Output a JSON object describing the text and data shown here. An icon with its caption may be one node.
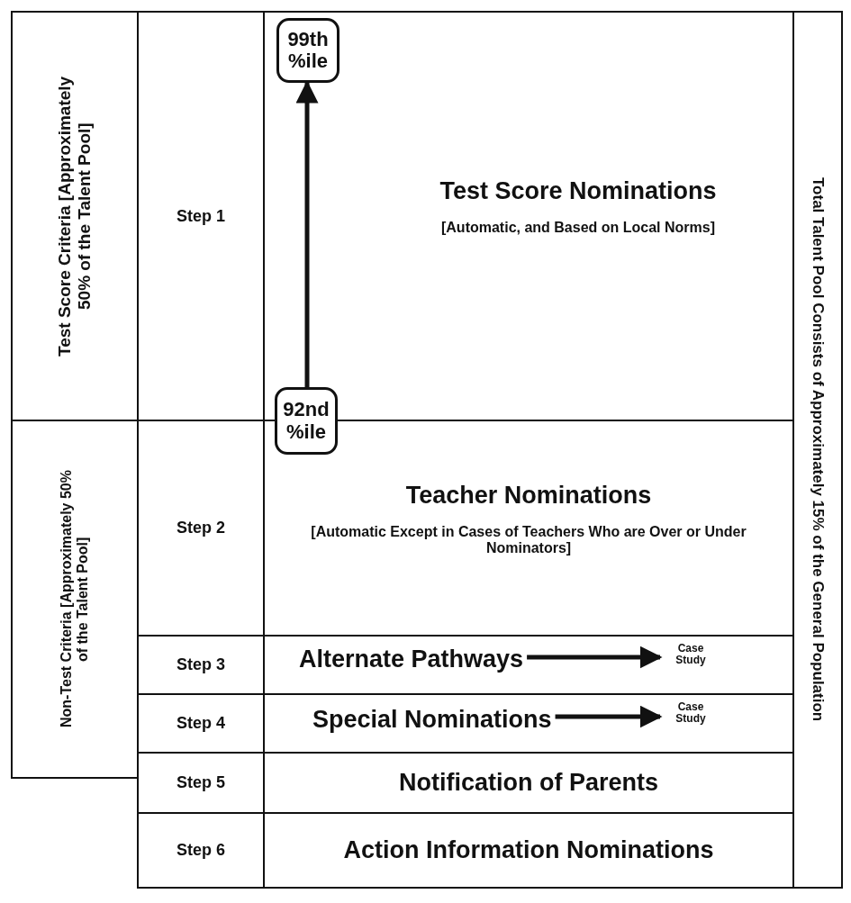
{
  "diagram": {
    "nodes": [
      {
        "text": [
          "Test Score Criteria [Approximately 50% of the Talent Pool]"
        ]
      },
      {
        "text": [
          "Non-Test Criteria [Approximately 50% of the Talent Pool]"
        ]
      },
      {
        "text": [
          "Step 1"
        ]
      },
      {
        "text": [
          "Test Score Nominations",
          "[Automatic, and Based on Local Norms]"
        ]
      },
      {
        "text": [
          "99th %ile"
        ],
        "in": 3
      },
      {
        "text": [
          "92nd %ile"
        ]
      },
      {
        "text": [
          "Step 2"
        ]
      },
      {
        "text": [
          "Teacher Nominations",
          "[Automatic Except in Cases of Teachers Who are Over or Under Nominators]"
        ]
      },
      {
        "text": [
          "Step 3"
        ]
      },
      {
        "text": [],
        "shape": "box"
      },
      {
        "text": [
          "Alternate Pathways"
        ],
        "in": 9
      },
      {
        "text": [
          "Case Study"
        ],
        "in": 9
      },
      {
        "text": [
          "Step 4"
        ]
      },
      {
        "text": [],
        "shape": "box"
      },
      {
        "text": [
          "Special Nominations"
        ],
        "in": 13
      },
      {
        "text": [
          "Case Study"
        ],
        "in": 13
      },
      {
        "text": [
          "Step 5"
        ]
      },
      {
        "text": [
          "Notification of Parents"
        ]
      },
      {
        "text": [
          "Step 6"
        ]
      },
      {
        "text": [
          "Action Information Nominations"
        ]
      },
      {
        "text": [
          "Total Talent Pool Consists of Approximately 15% of the General Population"
        ]
      }
    ],
    "edges": [
      {
        "from": 5,
        "to": 4,
        "arrow": "to"
      },
      {
        "from": 10,
        "to": 11,
        "arrow": "to"
      },
      {
        "from": 14,
        "to": 15,
        "arrow": "to"
      }
    ]
  }
}
